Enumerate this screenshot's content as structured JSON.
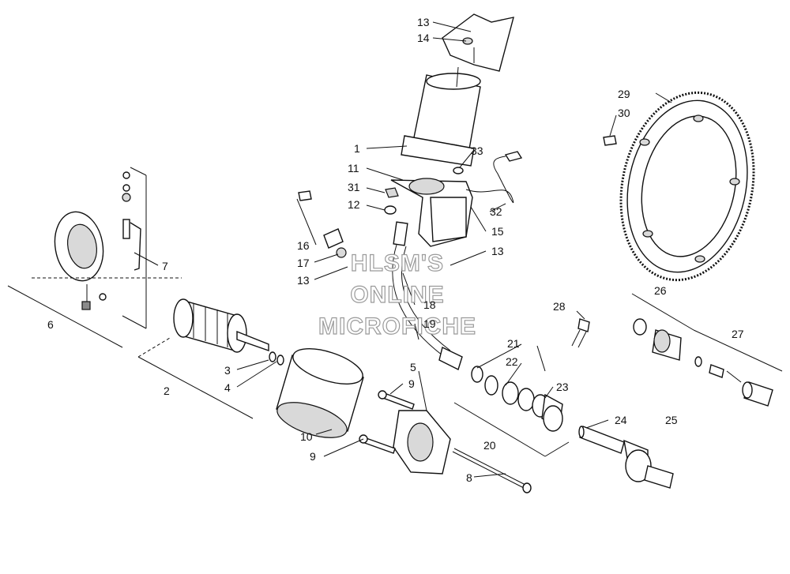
{
  "watermark": {
    "line1": "HLSM'S",
    "line2": "ONLINE",
    "line3": "MICROFICHE"
  },
  "callouts": {
    "c1": "1",
    "c2": "2",
    "c3": "3",
    "c4": "4",
    "c5": "5",
    "c6": "6",
    "c7": "7",
    "c8": "8",
    "c9a": "9",
    "c9b": "9",
    "c10": "10",
    "c11": "11",
    "c12": "12",
    "c13a": "13",
    "c13b": "13",
    "c13c": "13",
    "c14": "14",
    "c15": "15",
    "c16": "16",
    "c17": "17",
    "c18": "18",
    "c19": "19",
    "c20": "20",
    "c21": "21",
    "c22": "22",
    "c23": "23",
    "c24": "24",
    "c25": "25",
    "c26": "26",
    "c27": "27",
    "c28": "28",
    "c29": "29",
    "c30": "30",
    "c31": "31",
    "c32": "32",
    "c33": "33"
  }
}
